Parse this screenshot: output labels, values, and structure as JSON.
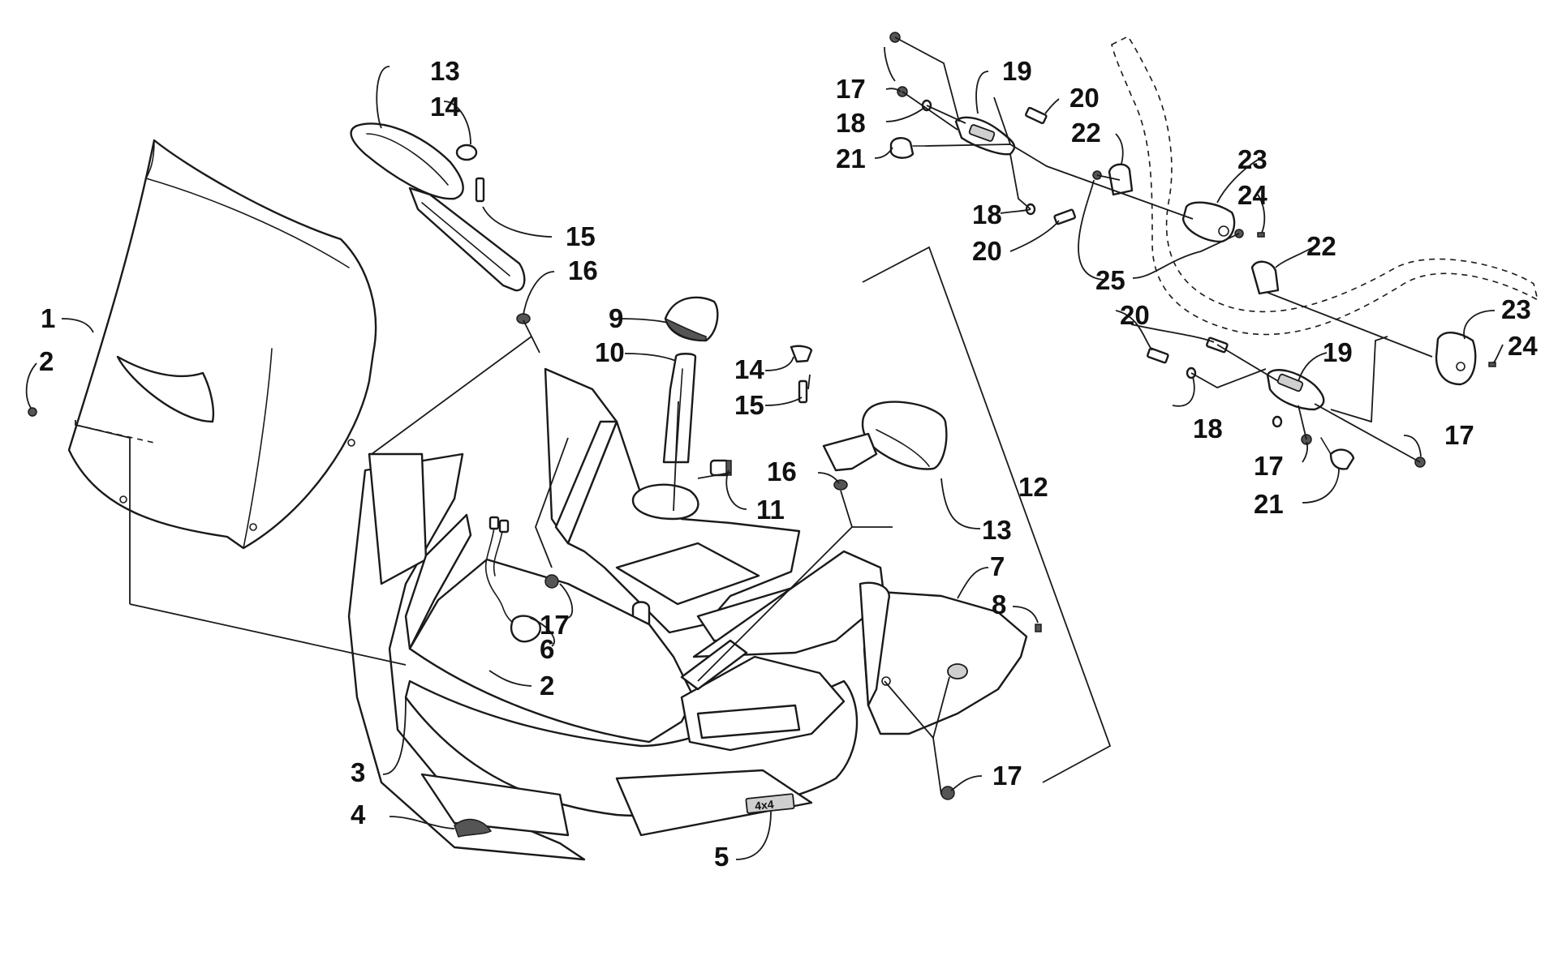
{
  "callouts": [
    {
      "id": "c1",
      "label": "1"
    },
    {
      "id": "c2a",
      "label": "2"
    },
    {
      "id": "c2b",
      "label": "2"
    },
    {
      "id": "c3",
      "label": "3"
    },
    {
      "id": "c4",
      "label": "4"
    },
    {
      "id": "c5",
      "label": "5"
    },
    {
      "id": "c6",
      "label": "6"
    },
    {
      "id": "c7",
      "label": "7"
    },
    {
      "id": "c8",
      "label": "8"
    },
    {
      "id": "c9",
      "label": "9"
    },
    {
      "id": "c10",
      "label": "10"
    },
    {
      "id": "c11",
      "label": "11"
    },
    {
      "id": "c12",
      "label": "12"
    },
    {
      "id": "c13a",
      "label": "13"
    },
    {
      "id": "c13b",
      "label": "13"
    },
    {
      "id": "c14a",
      "label": "14"
    },
    {
      "id": "c14b",
      "label": "14"
    },
    {
      "id": "c15a",
      "label": "15"
    },
    {
      "id": "c15b",
      "label": "15"
    },
    {
      "id": "c16a",
      "label": "16"
    },
    {
      "id": "c16b",
      "label": "16"
    },
    {
      "id": "c17a",
      "label": "17"
    },
    {
      "id": "c17b",
      "label": "17"
    },
    {
      "id": "c17c",
      "label": "17"
    },
    {
      "id": "c17d",
      "label": "17"
    },
    {
      "id": "c17e",
      "label": "17"
    },
    {
      "id": "c18a",
      "label": "18"
    },
    {
      "id": "c18b",
      "label": "18"
    },
    {
      "id": "c18c",
      "label": "18"
    },
    {
      "id": "c19a",
      "label": "19"
    },
    {
      "id": "c19b",
      "label": "19"
    },
    {
      "id": "c20a",
      "label": "20"
    },
    {
      "id": "c20b",
      "label": "20"
    },
    {
      "id": "c20c",
      "label": "20"
    },
    {
      "id": "c21a",
      "label": "21"
    },
    {
      "id": "c21b",
      "label": "21"
    },
    {
      "id": "c22a",
      "label": "22"
    },
    {
      "id": "c22b",
      "label": "22"
    },
    {
      "id": "c23a",
      "label": "23"
    },
    {
      "id": "c23b",
      "label": "23"
    },
    {
      "id": "c24a",
      "label": "24"
    },
    {
      "id": "c24b",
      "label": "24"
    },
    {
      "id": "c25",
      "label": "25"
    }
  ],
  "decal_text": "4x4"
}
